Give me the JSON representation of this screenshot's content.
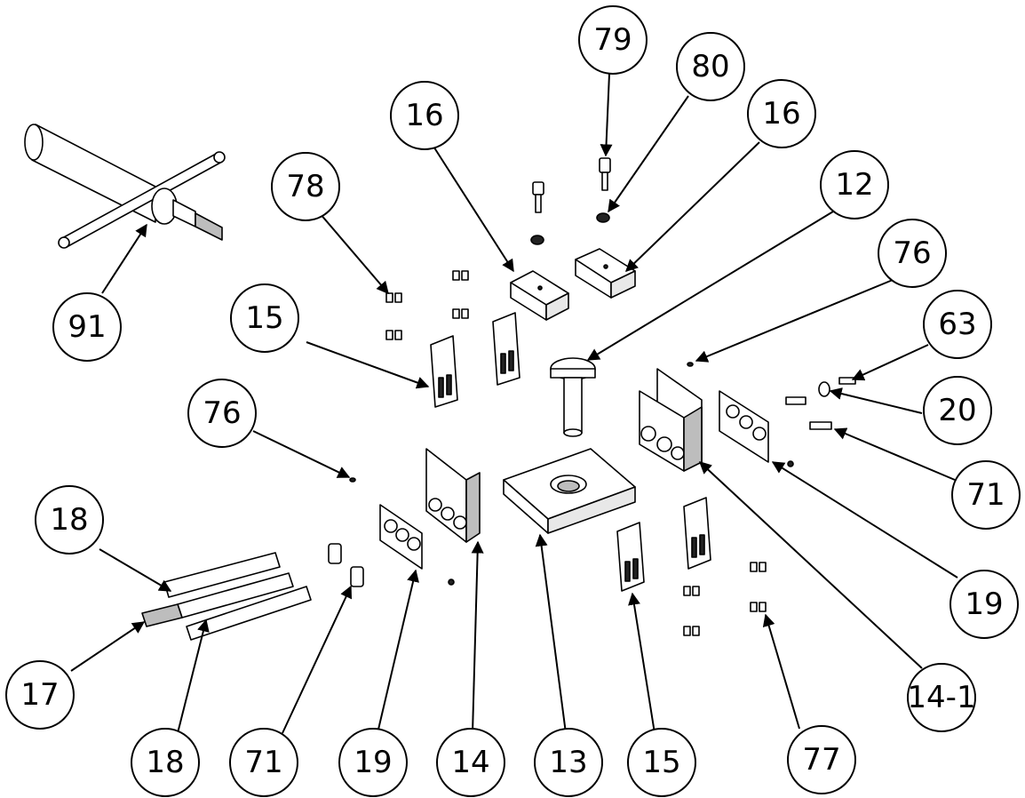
{
  "diagram": {
    "type": "exploded-assembly-drawing",
    "colors": {
      "line": "#000000",
      "background": "#ffffff",
      "shade": "#bdbdbd"
    },
    "balloons": [
      {
        "id": "b79",
        "label": "79"
      },
      {
        "id": "b80",
        "label": "80"
      },
      {
        "id": "b16a",
        "label": "16"
      },
      {
        "id": "b16b",
        "label": "16"
      },
      {
        "id": "b78",
        "label": "78"
      },
      {
        "id": "b12",
        "label": "12"
      },
      {
        "id": "b76a",
        "label": "76"
      },
      {
        "id": "b63",
        "label": "63"
      },
      {
        "id": "b15a",
        "label": "15"
      },
      {
        "id": "b91",
        "label": "91"
      },
      {
        "id": "b20",
        "label": "20"
      },
      {
        "id": "b76b",
        "label": "76"
      },
      {
        "id": "b71a",
        "label": "71"
      },
      {
        "id": "b18a",
        "label": "18"
      },
      {
        "id": "b19a",
        "label": "19"
      },
      {
        "id": "b17",
        "label": "17"
      },
      {
        "id": "b14-1",
        "label": "14-1"
      },
      {
        "id": "b18b",
        "label": "18"
      },
      {
        "id": "b71b",
        "label": "71"
      },
      {
        "id": "b19b",
        "label": "19"
      },
      {
        "id": "b14",
        "label": "14"
      },
      {
        "id": "b13",
        "label": "13"
      },
      {
        "id": "b15b",
        "label": "15"
      },
      {
        "id": "b77",
        "label": "77"
      }
    ]
  }
}
